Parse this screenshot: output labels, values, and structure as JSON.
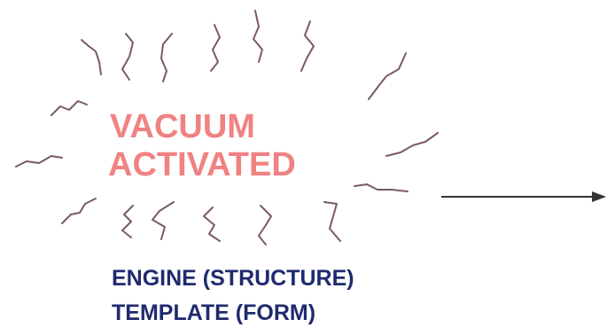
{
  "center_label": {
    "line1": "VACUUM",
    "line2": "ACTIVATED"
  },
  "caption": {
    "line1": "ENGINE (STRUCTURE)",
    "line2": "TEMPLATE (FORM)"
  },
  "colors": {
    "center_text": "#f08282",
    "caption_text": "#1f2a6e",
    "squiggle": "#7a5a60",
    "arrow": "#333333"
  }
}
